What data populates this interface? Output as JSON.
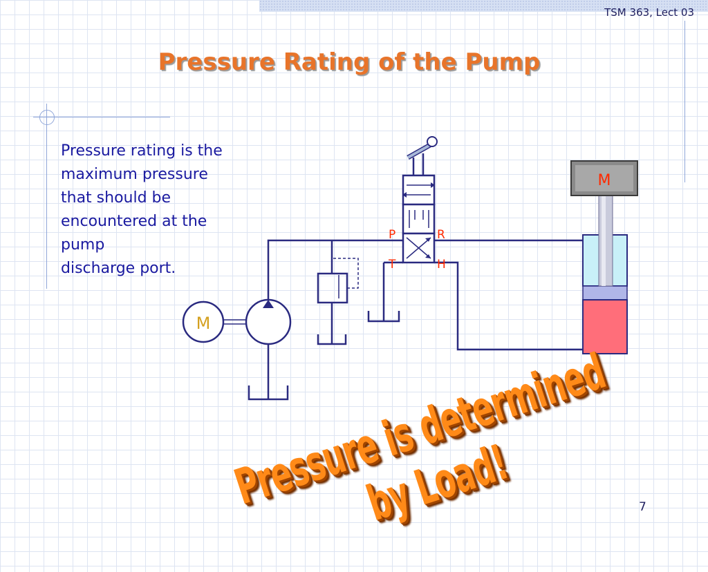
{
  "header": {
    "course_label": "TSM 363, Lect 03"
  },
  "slide": {
    "title": "Pressure Rating of the Pump",
    "body": "Pressure rating is the\nmaximum pressure\nthat should be\nencountered at the\npump\ndischarge port.",
    "slogan": "Pressure is determined by Load!",
    "page_number": "7"
  },
  "diagram": {
    "motor_label": "M",
    "load_label": "M",
    "valve_ports": {
      "p": "P",
      "r": "R",
      "t": "T",
      "h": "H"
    }
  },
  "colors": {
    "title": "#e8742a",
    "body_text": "#1a1aa0",
    "circuit_line": "#2a2a80",
    "port_label": "#ff2a00",
    "motor_label": "#d4a020",
    "cylinder_upper": "#c8f0f8",
    "cylinder_lower": "#ff6e7a",
    "slogan": "#ff8a18"
  }
}
